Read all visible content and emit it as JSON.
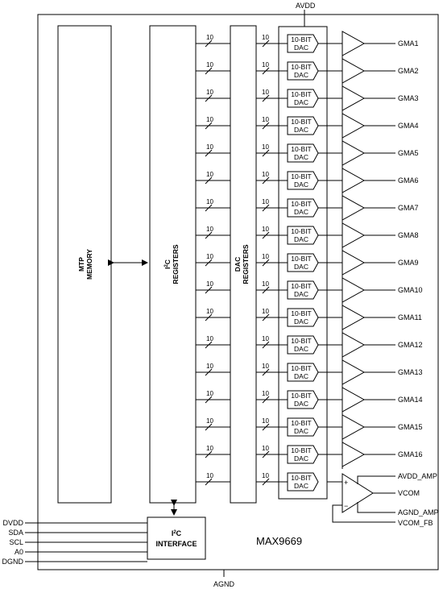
{
  "chip_name": "MAX9669",
  "supply_top": "AVDD",
  "ground_bottom": "AGND",
  "blocks": {
    "mtp_line1": "MTP",
    "mtp_line2": "MEMORY",
    "i2c_reg_i": "I",
    "i2c_reg_sup": "2",
    "i2c_reg_c": "C",
    "i2c_reg_line2": "REGISTERS",
    "dac_reg_line1": "DAC",
    "dac_reg_line2": "REGISTERS",
    "i2c_if_i": "I",
    "i2c_if_sup": "2",
    "i2c_if_c": "C",
    "i2c_if_line2": "INTERFACE"
  },
  "bus_width_label": "10",
  "dac_line1": "10-BIT",
  "dac_line2": "DAC",
  "outputs": [
    "GMA1",
    "GMA2",
    "GMA3",
    "GMA4",
    "GMA5",
    "GMA6",
    "GMA7",
    "GMA8",
    "GMA9",
    "GMA10",
    "GMA11",
    "GMA12",
    "GMA13",
    "GMA14",
    "GMA15",
    "GMA16"
  ],
  "vcom_amp": {
    "plus": "+",
    "minus": "−",
    "avdd": "AVDD_AMP",
    "out": "VCOM",
    "agnd": "AGND_AMP",
    "fb": "VCOM_FB"
  },
  "left_pins": [
    "DVDD",
    "SDA",
    "SCL",
    "A0",
    "DGND"
  ]
}
